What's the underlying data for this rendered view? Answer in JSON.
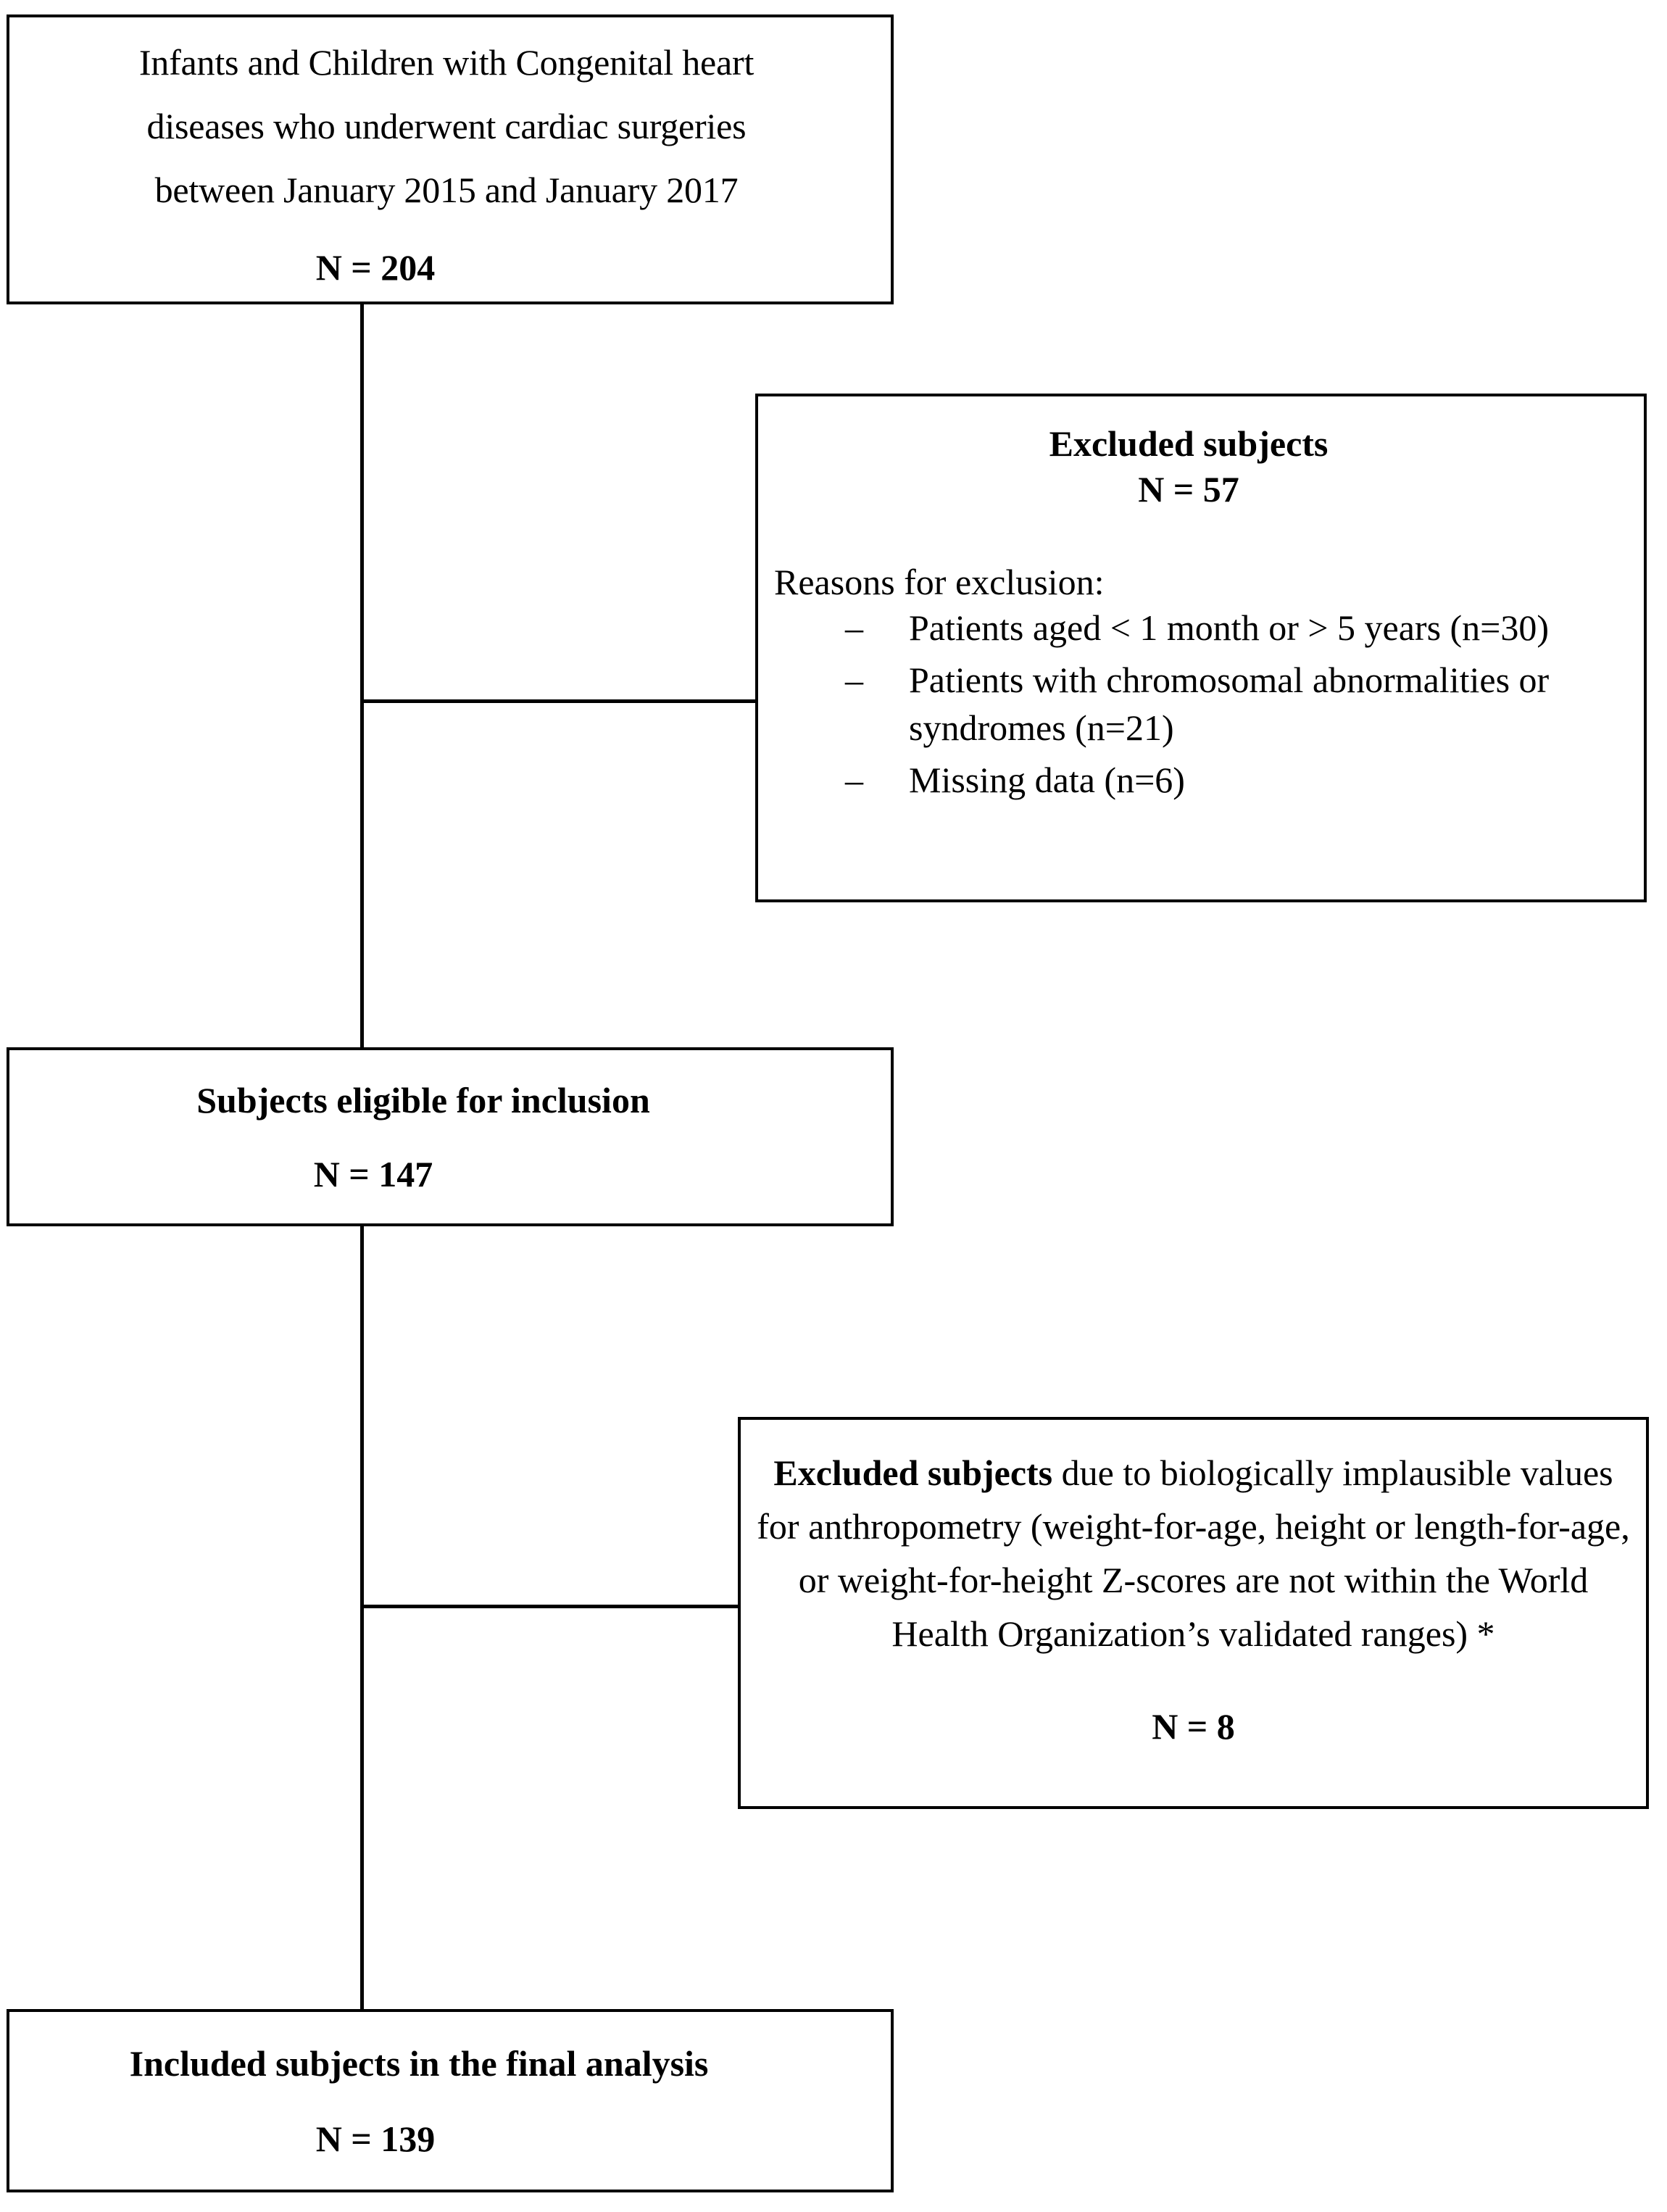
{
  "diagram": {
    "type": "study-flow-diagram",
    "boxes": {
      "source": {
        "line1": "Infants and Children with Congenital heart",
        "line2": "diseases who underwent cardiac surgeries",
        "line3": "between January 2015 and January 2017",
        "count": "N = 204"
      },
      "excluded_first": {
        "heading": "Excluded subjects",
        "count": "N = 57",
        "reasons_label": "Reasons for exclusion:",
        "dash": "–",
        "reasons": [
          "Patients aged < 1 month or > 5 years (n=30)",
          "Patients with chromosomal abnormalities or syndromes (n=21)",
          "Missing data (n=6)"
        ]
      },
      "eligible": {
        "heading": "Subjects eligible for inclusion",
        "count": "N = 147"
      },
      "excluded_second": {
        "heading_bold": "Excluded subjects",
        "heading_rest": " due to biologically implausible values for anthropometry (weight-for-age, height or length-for-age, or weight-for-height Z-scores are not within the World Health Organization’s validated ranges) *",
        "count": "N = 8"
      },
      "included": {
        "heading": "Included subjects in the final analysis",
        "count": "N = 139"
      }
    },
    "colors": {
      "border": "#000000",
      "background": "#ffffff",
      "text": "#000000"
    }
  }
}
